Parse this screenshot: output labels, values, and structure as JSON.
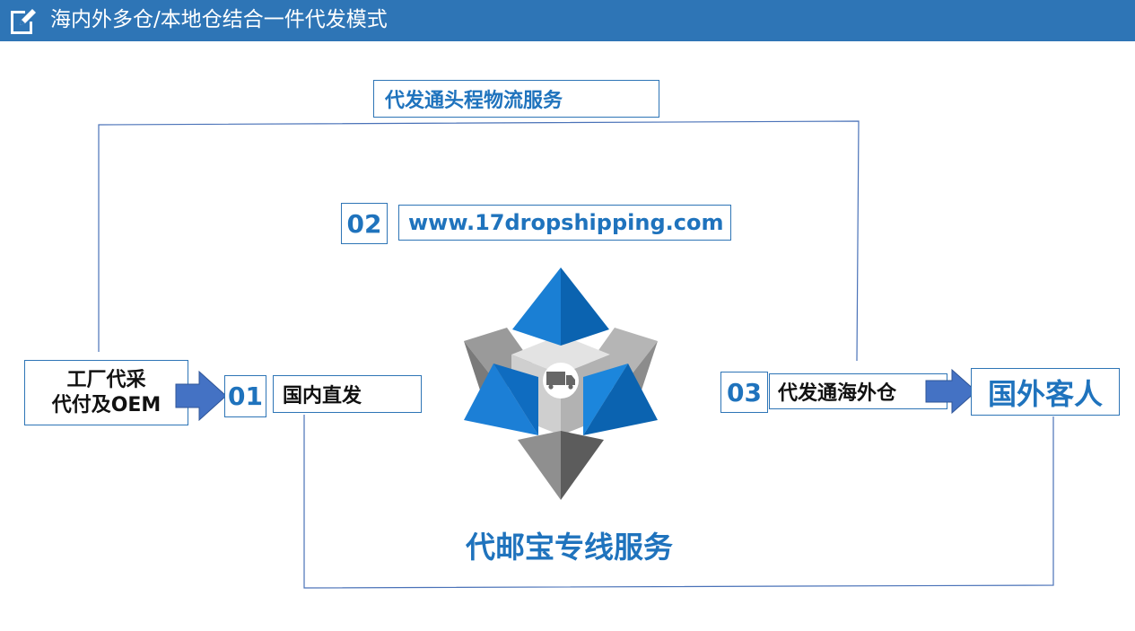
{
  "header": {
    "title": "海内外多仓/本地仓结合一件代发模式",
    "icon": "edit-note-icon"
  },
  "top_route": {
    "label": "代发通头程物流服务"
  },
  "step_02": {
    "number": "02",
    "label": "www.17dropshipping.com"
  },
  "source": {
    "line1": "工厂代采",
    "line2": "代付及OEM"
  },
  "step_01": {
    "number": "01",
    "label": "国内直发"
  },
  "step_03": {
    "number": "03",
    "label": "代发通海外仓"
  },
  "destination": {
    "label": "国外客人"
  },
  "bottom_route": {
    "label": "代邮宝专线服务"
  },
  "center_graphic": {
    "icon": "delivery-truck-icon"
  },
  "colors": {
    "header_bg": "#2e75b6",
    "accent_blue": "#1f73bd",
    "arrow_fill": "#4472c4",
    "line": "#4a72b8"
  }
}
